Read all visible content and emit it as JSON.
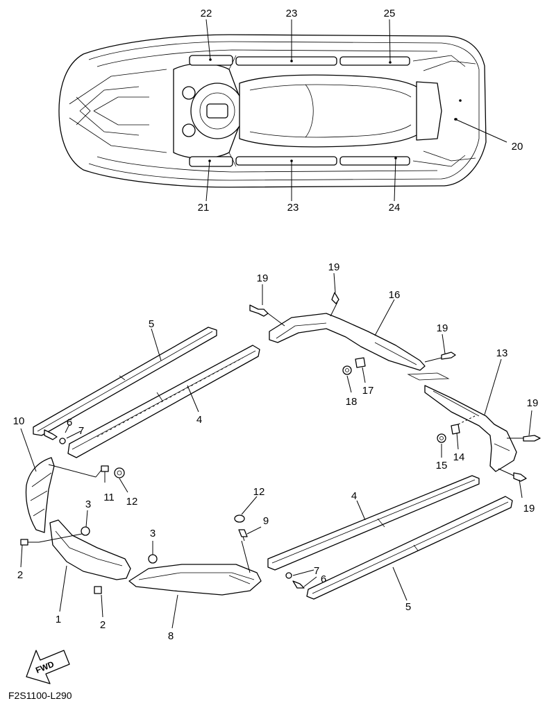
{
  "top_view_callouts": [
    {
      "id": "c22",
      "label": "22"
    },
    {
      "id": "c23a",
      "label": "23"
    },
    {
      "id": "c25",
      "label": "25"
    },
    {
      "id": "c20",
      "label": "20"
    },
    {
      "id": "c21",
      "label": "21"
    },
    {
      "id": "c23b",
      "label": "23"
    },
    {
      "id": "c24",
      "label": "24"
    }
  ],
  "exploded_callouts": [
    {
      "id": "e19a",
      "label": "19"
    },
    {
      "id": "e19b",
      "label": "19"
    },
    {
      "id": "e16",
      "label": "16"
    },
    {
      "id": "e19c",
      "label": "19"
    },
    {
      "id": "e13",
      "label": "13"
    },
    {
      "id": "e5a",
      "label": "5"
    },
    {
      "id": "e4a",
      "label": "4"
    },
    {
      "id": "e10",
      "label": "10"
    },
    {
      "id": "e6a",
      "label": "6"
    },
    {
      "id": "e7a",
      "label": "7"
    },
    {
      "id": "e17",
      "label": "17"
    },
    {
      "id": "e18",
      "label": "18"
    },
    {
      "id": "e19d",
      "label": "19"
    },
    {
      "id": "e15",
      "label": "15"
    },
    {
      "id": "e14",
      "label": "14"
    },
    {
      "id": "e19e",
      "label": "19"
    },
    {
      "id": "e11",
      "label": "11"
    },
    {
      "id": "e12a",
      "label": "12"
    },
    {
      "id": "e3a",
      "label": "3"
    },
    {
      "id": "e12b",
      "label": "12"
    },
    {
      "id": "e9",
      "label": "9"
    },
    {
      "id": "e4b",
      "label": "4"
    },
    {
      "id": "e3b",
      "label": "3"
    },
    {
      "id": "e2a",
      "label": "2"
    },
    {
      "id": "e7b",
      "label": "7"
    },
    {
      "id": "e6b",
      "label": "6"
    },
    {
      "id": "e1",
      "label": "1"
    },
    {
      "id": "e2b",
      "label": "2"
    },
    {
      "id": "e8",
      "label": "8"
    },
    {
      "id": "e5b",
      "label": "5"
    }
  ],
  "fwd_label": "FWD",
  "figure_code": "F2S1100-L290"
}
